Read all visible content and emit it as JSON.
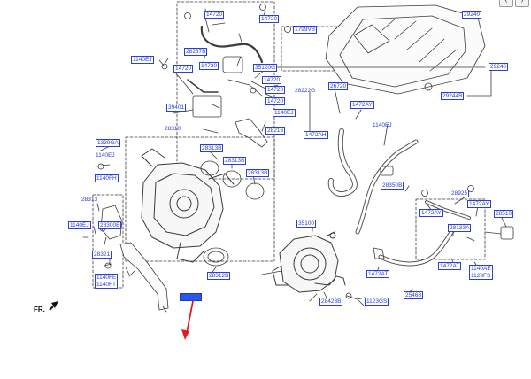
{
  "diagram": {
    "orientation_label": "FR.",
    "highlight_color": "#2d55e8",
    "callout_arrow_color": "#e01b1b",
    "label_color": "#2a3fd8",
    "controls": {
      "prev_icon": "chevron-left-icon",
      "next_icon": "chevron-right-icon"
    },
    "labels": {
      "l14720a": "14720",
      "l14720b": "14720",
      "l1799vb": "1799VB",
      "l29240": "29240",
      "l28237": "28237B",
      "l1140e": "1140EJ",
      "l14720c": "14720",
      "l14720d": "14720",
      "l35120g": "35120G",
      "l29240b": "29240",
      "l14720e": "14720",
      "l28222g": "28222G",
      "l26720": "26720",
      "l29244b": "29244B",
      "l39401": "39401",
      "l14720f": "14720",
      "l14720g": "14720",
      "l1140ej2": "1140EJ",
      "l1472ay": "1472AY",
      "l28310": "28310",
      "l28216": "28216",
      "l1472ah": "1472AH",
      "l1140ej3": "1140EJ",
      "l1339ga": "1339GA",
      "l28313b1": "28313B",
      "l28313b2": "28313B",
      "l28313b3": "28313B",
      "l1140ej4": "1140EJ",
      "l1140fh": "1140FH",
      "l28350b": "28350B",
      "l28313": "28313",
      "l28925": "28925",
      "l1472ay2": "1472AY",
      "l1472ay3": "1472AY",
      "l1140ej5": "1140EJ",
      "l28300b": "28300B",
      "l35100": "35100",
      "l28510": "28510",
      "l28133a": "28133A",
      "l28321": "28321",
      "l28312b": "28312B",
      "l1472at1": "1472AT",
      "l1472at2": "1472AT",
      "l1140ae": "1140AE",
      "l1123fs": "1123FS",
      "l1140fe": "1140FE",
      "l1140ft": "1140FT",
      "l28423b": "28423B",
      "l1123gs": "1123GS",
      "l25468": "25468",
      "selected": "284113"
    }
  }
}
